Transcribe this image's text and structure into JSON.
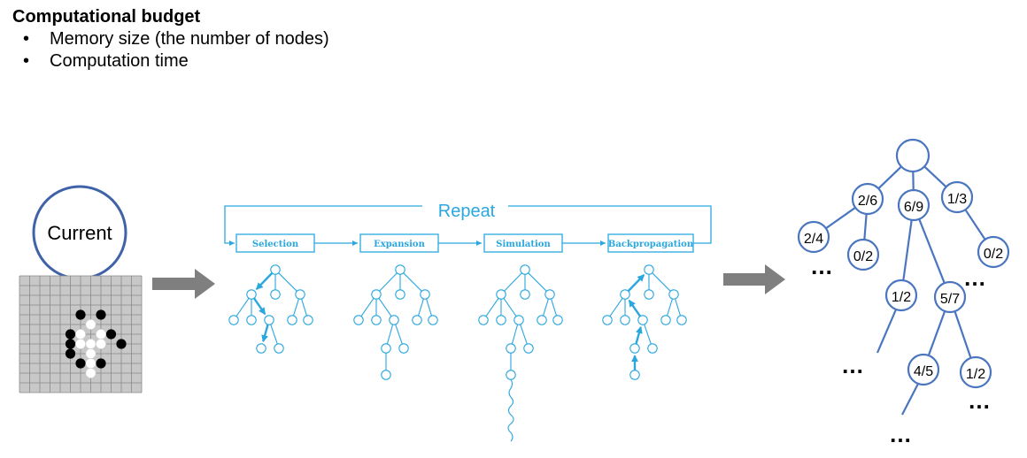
{
  "header": {
    "title": "Computational budget",
    "bullets": [
      "Memory size (the number of nodes)",
      "Computation time"
    ],
    "bullet_glyph": "•"
  },
  "current_label": "Current",
  "repeat_label": "Repeat",
  "steps": [
    "Selection",
    "Expansion",
    "Simulation",
    "Backpropagation"
  ],
  "result_tree": {
    "nodes": [
      "",
      "2/6",
      "6/9",
      "1/3",
      "2/4",
      "0/2",
      "0/2",
      "1/2",
      "5/7",
      "4/5",
      "1/2"
    ],
    "ellipses": [
      "…",
      "…",
      "…",
      "…",
      "…"
    ]
  },
  "colors": {
    "accent_blue": "#2aa7de",
    "tree_blue": "#4a75bf",
    "arrow_gray": "#7f7f7f",
    "board_gray": "#c8c8c8"
  },
  "icons": [
    "go-board-icon",
    "right-arrow-icon"
  ]
}
